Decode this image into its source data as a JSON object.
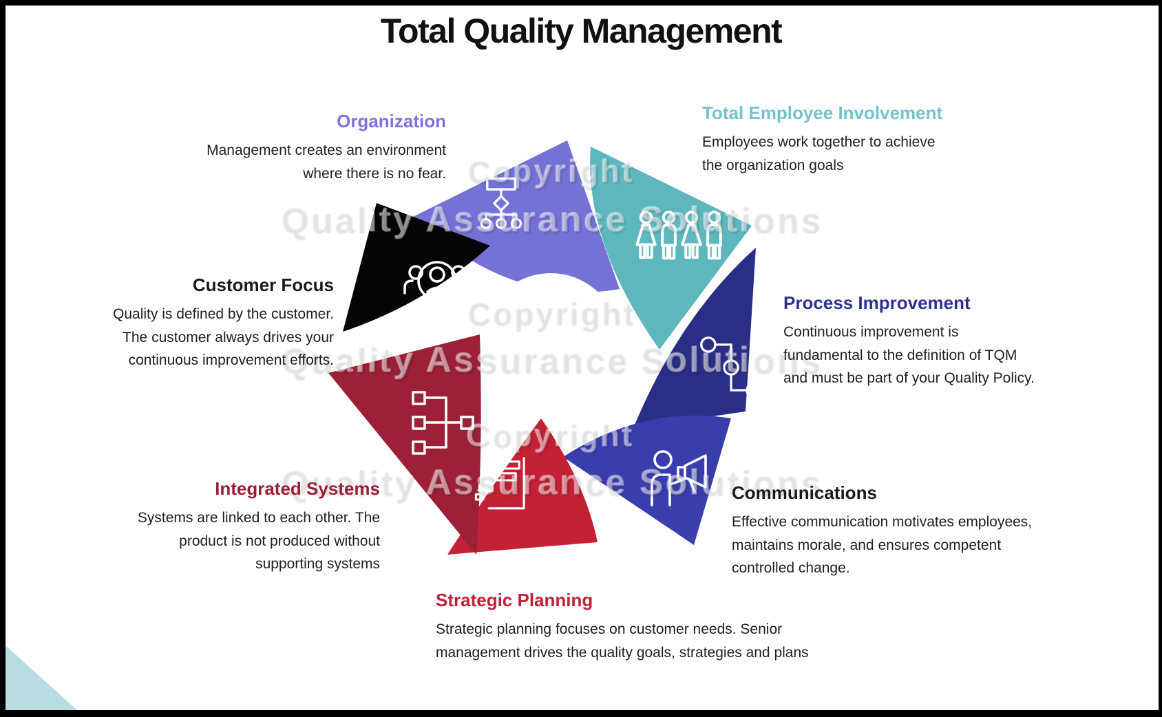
{
  "title": "Total Quality Management",
  "watermark": {
    "rows": [
      {
        "text": "Copyright"
      },
      {
        "text": "Quality Assurance Solutions"
      },
      {
        "text": "Copyright"
      },
      {
        "text": "Quality Assurance Solutions"
      },
      {
        "text": "Copyright"
      },
      {
        "text": "Quality Assurance Solutions"
      }
    ]
  },
  "segments": [
    {
      "id": "organization",
      "label": "Organization",
      "description": "Management creates an environment where there is no fear.",
      "color": "#7472D4",
      "heading_color": "#7B74DB",
      "icon": "org-chart-icon"
    },
    {
      "id": "total-employee-involvement",
      "label": "Total Employee Involvement",
      "description": "Employees work together to achieve the organization goals",
      "color": "#5FB7BE",
      "heading_color": "#74C3CC",
      "icon": "people-icon"
    },
    {
      "id": "process-improvement",
      "label": "Process Improvement",
      "description": "Continuous improvement is fundamental to the definition of TQM and must be part of your Quality Policy.",
      "color": "#2B2E85",
      "heading_color": "#2E3192",
      "icon": "process-flow-icon"
    },
    {
      "id": "communications",
      "label": "Communications",
      "description": "Effective communication motivates employees, maintains morale, and ensures competent controlled change.",
      "color": "#3A3EAD",
      "heading_color": "#1A1A1A",
      "icon": "megaphone-icon"
    },
    {
      "id": "strategic-planning",
      "label": "Strategic Planning",
      "description": "Strategic planning focuses on customer needs. Senior management drives the quality goals, strategies and plans",
      "color": "#C32136",
      "heading_color": "#BF2138",
      "icon": "gantt-icon"
    },
    {
      "id": "integrated-systems",
      "label": "Integrated Systems",
      "description": "Systems are linked to each other. The product is not produced without supporting systems",
      "color": "#9C2036",
      "heading_color": "#992038",
      "icon": "linked-systems-icon"
    },
    {
      "id": "customer-focus",
      "label": "Customer Focus",
      "description": "Quality is defined by the customer. The customer always drives your continuous improvement efforts.",
      "color": "#050505",
      "heading_color": "#1A1A1A",
      "icon": "customer-magnifier-icon"
    }
  ],
  "decoration": {
    "corner_triangle_color": "#B7DCE2"
  }
}
